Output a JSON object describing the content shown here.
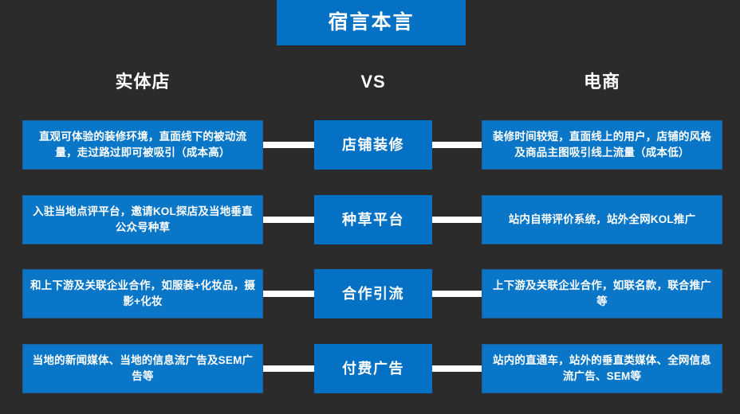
{
  "title": {
    "text": "宿言本言"
  },
  "headers": {
    "left": "实体店",
    "center": "VS",
    "right": "电商"
  },
  "colors": {
    "background": "#2b2b2b",
    "accent_blue": "#0471c4",
    "box_blue": "#0a76c8",
    "box_border": "#1d5f96",
    "connector": "#ffffff",
    "text": "#ffffff"
  },
  "rows": [
    {
      "topic": "店铺装修",
      "left": "直观可体验的装修环境，直面线下的被动流量，走过路过即可被吸引（成本高）",
      "right": "装修时间较短，直面线上的用户，店铺的风格及商品主图吸引线上流量（成本低）"
    },
    {
      "topic": "种草平台",
      "left": "入驻当地点评平台，邀请KOL探店及当地垂直公众号种草",
      "right": "站内自带评价系统，站外全网KOL推广"
    },
    {
      "topic": "合作引流",
      "left": "和上下游及关联企业合作，如服装+化妆品，摄影+化妆",
      "right": "上下游及关联企业合作，如联名款，联合推广等"
    },
    {
      "topic": "付费广告",
      "left": "当地的新闻媒体、当地的信息流广告及SEM广告等",
      "right": "站内的直通车，站外的垂直类媒体、全网信息流广告、SEM等"
    }
  ]
}
